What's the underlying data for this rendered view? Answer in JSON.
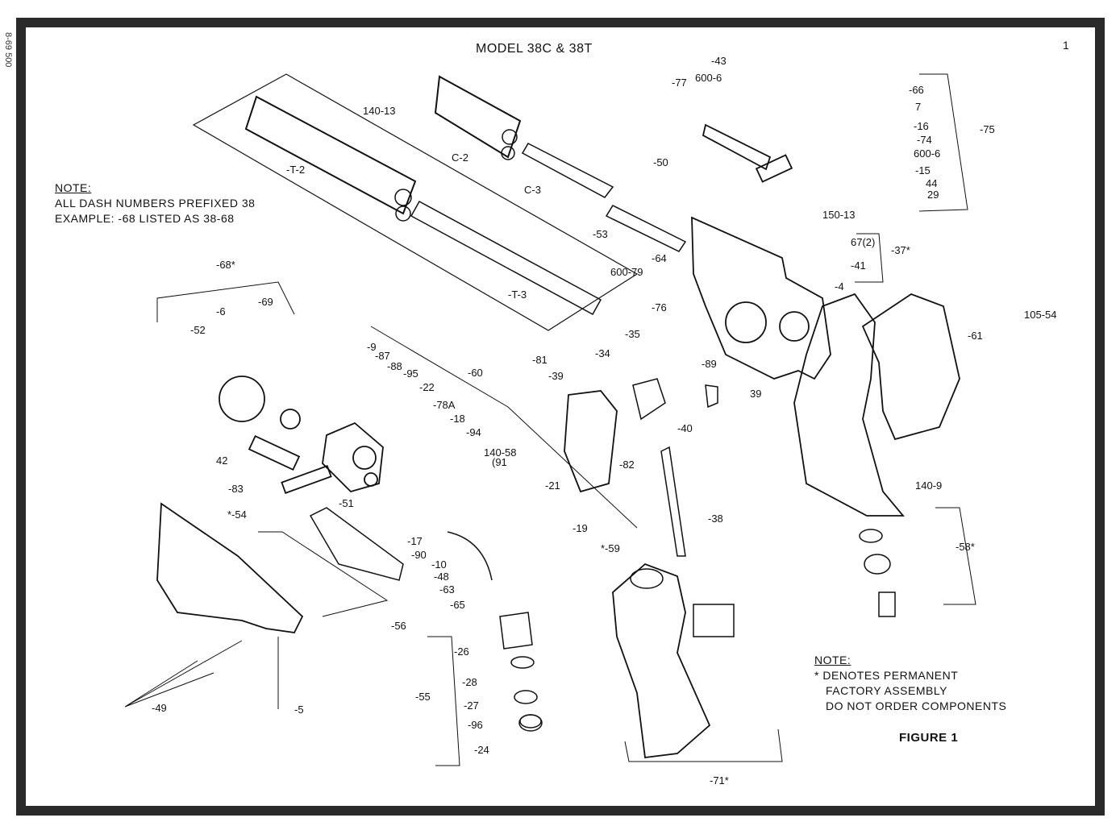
{
  "title": "MODEL 38C & 38T",
  "side_code": "8-69 500",
  "page_mark": "1",
  "note_left": {
    "heading": "NOTE:",
    "line1": "ALL DASH NUMBERS PREFIXED 38",
    "line2": "EXAMPLE:   -68  LISTED AS 38-68"
  },
  "note_right": {
    "heading": "NOTE:",
    "line1": "* DENOTES PERMANENT",
    "line2": "FACTORY ASSEMBLY",
    "line3": "DO NOT ORDER COMPONENTS"
  },
  "figure_label": "FIGURE 1",
  "part_labels": [
    "-T-2",
    "140-13",
    "C-2",
    "C-3",
    "-T-3",
    "-53",
    "600-79",
    "-64",
    "-76",
    "-50",
    "-77",
    "600-6",
    "-43",
    "-66",
    "7",
    "-16",
    "-74",
    "600-6",
    "-15",
    "44",
    "29",
    "-75",
    "150-13",
    "67(2)",
    "-37*",
    "-41",
    "-4",
    "105-54",
    "-61",
    "-68*",
    "-6",
    "-69",
    "-52",
    "-9",
    "-87",
    "-88",
    "-95",
    "-22",
    "-78A",
    "-18",
    "-94",
    "-60",
    "-81",
    "-39",
    "140-58",
    "(91",
    "-21",
    "-19",
    "*-59",
    "-35",
    "-34",
    "-89",
    "39",
    "-40",
    "-82",
    "-38",
    "140-9",
    "-58*",
    "42",
    "-83",
    "-51",
    "*-54",
    "-17",
    "-90",
    "-10",
    "-48",
    "-63",
    "-65",
    "-56",
    "-26",
    "-28",
    "-27",
    "-96",
    "-24",
    "-55",
    "-49",
    "-5",
    "-71*"
  ]
}
